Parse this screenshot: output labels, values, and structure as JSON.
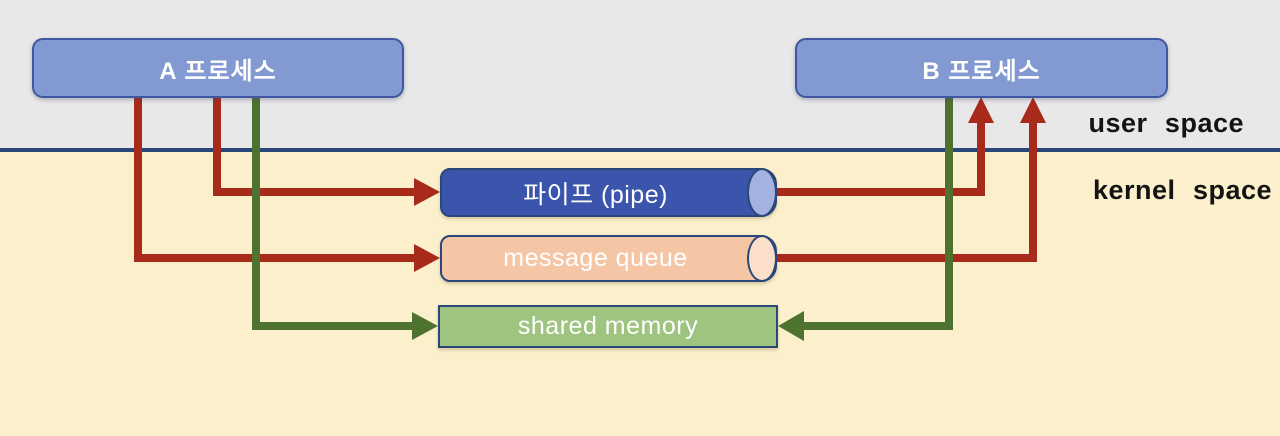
{
  "diagram": {
    "processes": {
      "a": {
        "label": "A 프로세스"
      },
      "b": {
        "label": "B 프로세스"
      }
    },
    "ipc": {
      "pipe": {
        "label": "파이프 (pipe)",
        "shape": "cylinder"
      },
      "message_queue": {
        "label": "message queue",
        "shape": "cylinder"
      },
      "shared_memory": {
        "label": "shared memory",
        "shape": "rectangle"
      }
    },
    "regions": {
      "user": {
        "label": "user space"
      },
      "kernel": {
        "label": "kernel space"
      }
    },
    "flows": [
      {
        "from": "A 프로세스",
        "to": "파이프 (pipe)",
        "color": "red"
      },
      {
        "from": "파이프 (pipe)",
        "to": "B 프로세스",
        "color": "red"
      },
      {
        "from": "A 프로세스",
        "to": "message queue",
        "color": "red"
      },
      {
        "from": "message queue",
        "to": "B 프로세스",
        "color": "red"
      },
      {
        "from": "A 프로세스",
        "to": "shared memory",
        "color": "green"
      },
      {
        "from": "B 프로세스",
        "to": "shared memory",
        "color": "green"
      }
    ],
    "colors": {
      "user_space_bg": "#e8e8e8",
      "kernel_space_bg": "#fbf0cb",
      "boundary_line": "#2b4679",
      "process_fill": "#8399d2",
      "process_border": "#4058a2",
      "pipe_fill": "#3b54ac",
      "pipe_cap": "#a3b2e0",
      "message_queue_fill": "#f5c6a5",
      "message_queue_cap": "#fbdfca",
      "shared_memory_fill": "#9ec47f",
      "arrow_red": "#a82a1b",
      "arrow_green": "#4e7330",
      "label_text": "#141414"
    }
  }
}
